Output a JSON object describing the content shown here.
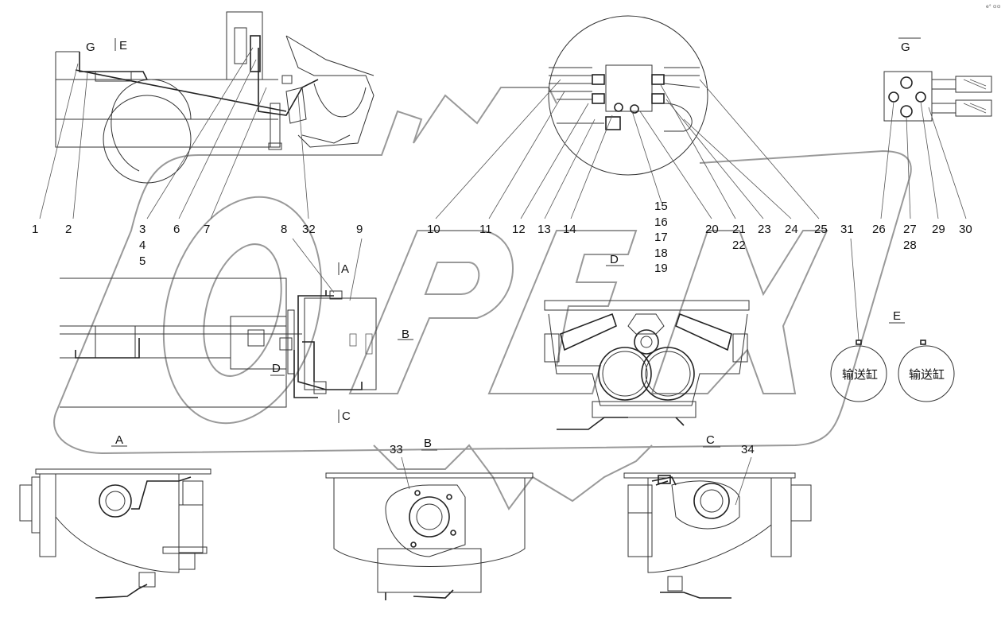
{
  "corner_mark": "e° ⊙⊙",
  "view_labels": {
    "top_G": "G",
    "top_E": "E",
    "right_G": "G",
    "A_upper": "A",
    "B_upper": "B",
    "C_upper": "C",
    "D_mid_left": "D",
    "D_mid": "D",
    "E_right": "E",
    "A_bottom": "A",
    "B_bottom": "B",
    "C_bottom": "C"
  },
  "callouts_row": [
    "1",
    "2",
    "3",
    "6",
    "7",
    "32",
    "10",
    "11",
    "12",
    "13",
    "14",
    "15",
    "20",
    "21",
    "23",
    "24",
    "25",
    "26",
    "27",
    "29",
    "30"
  ],
  "callouts": {
    "n1": "1",
    "n2": "2",
    "n3": "3",
    "n4": "4",
    "n5": "5",
    "n6": "6",
    "n7": "7",
    "n8": "8",
    "n9": "9",
    "n10": "10",
    "n11": "11",
    "n12": "12",
    "n13": "13",
    "n14": "14",
    "n15": "15",
    "n16": "16",
    "n17": "17",
    "n18": "18",
    "n19": "19",
    "n20": "20",
    "n21": "21",
    "n22": "22",
    "n23": "23",
    "n24": "24",
    "n25": "25",
    "n26": "26",
    "n27": "27",
    "n28": "28",
    "n29": "29",
    "n30": "30",
    "n31": "31",
    "n32": "32",
    "n33": "33",
    "n34": "34"
  },
  "cylinder_labels": {
    "left": "输送缸",
    "right": "输送缸"
  },
  "watermark": "OPEX"
}
